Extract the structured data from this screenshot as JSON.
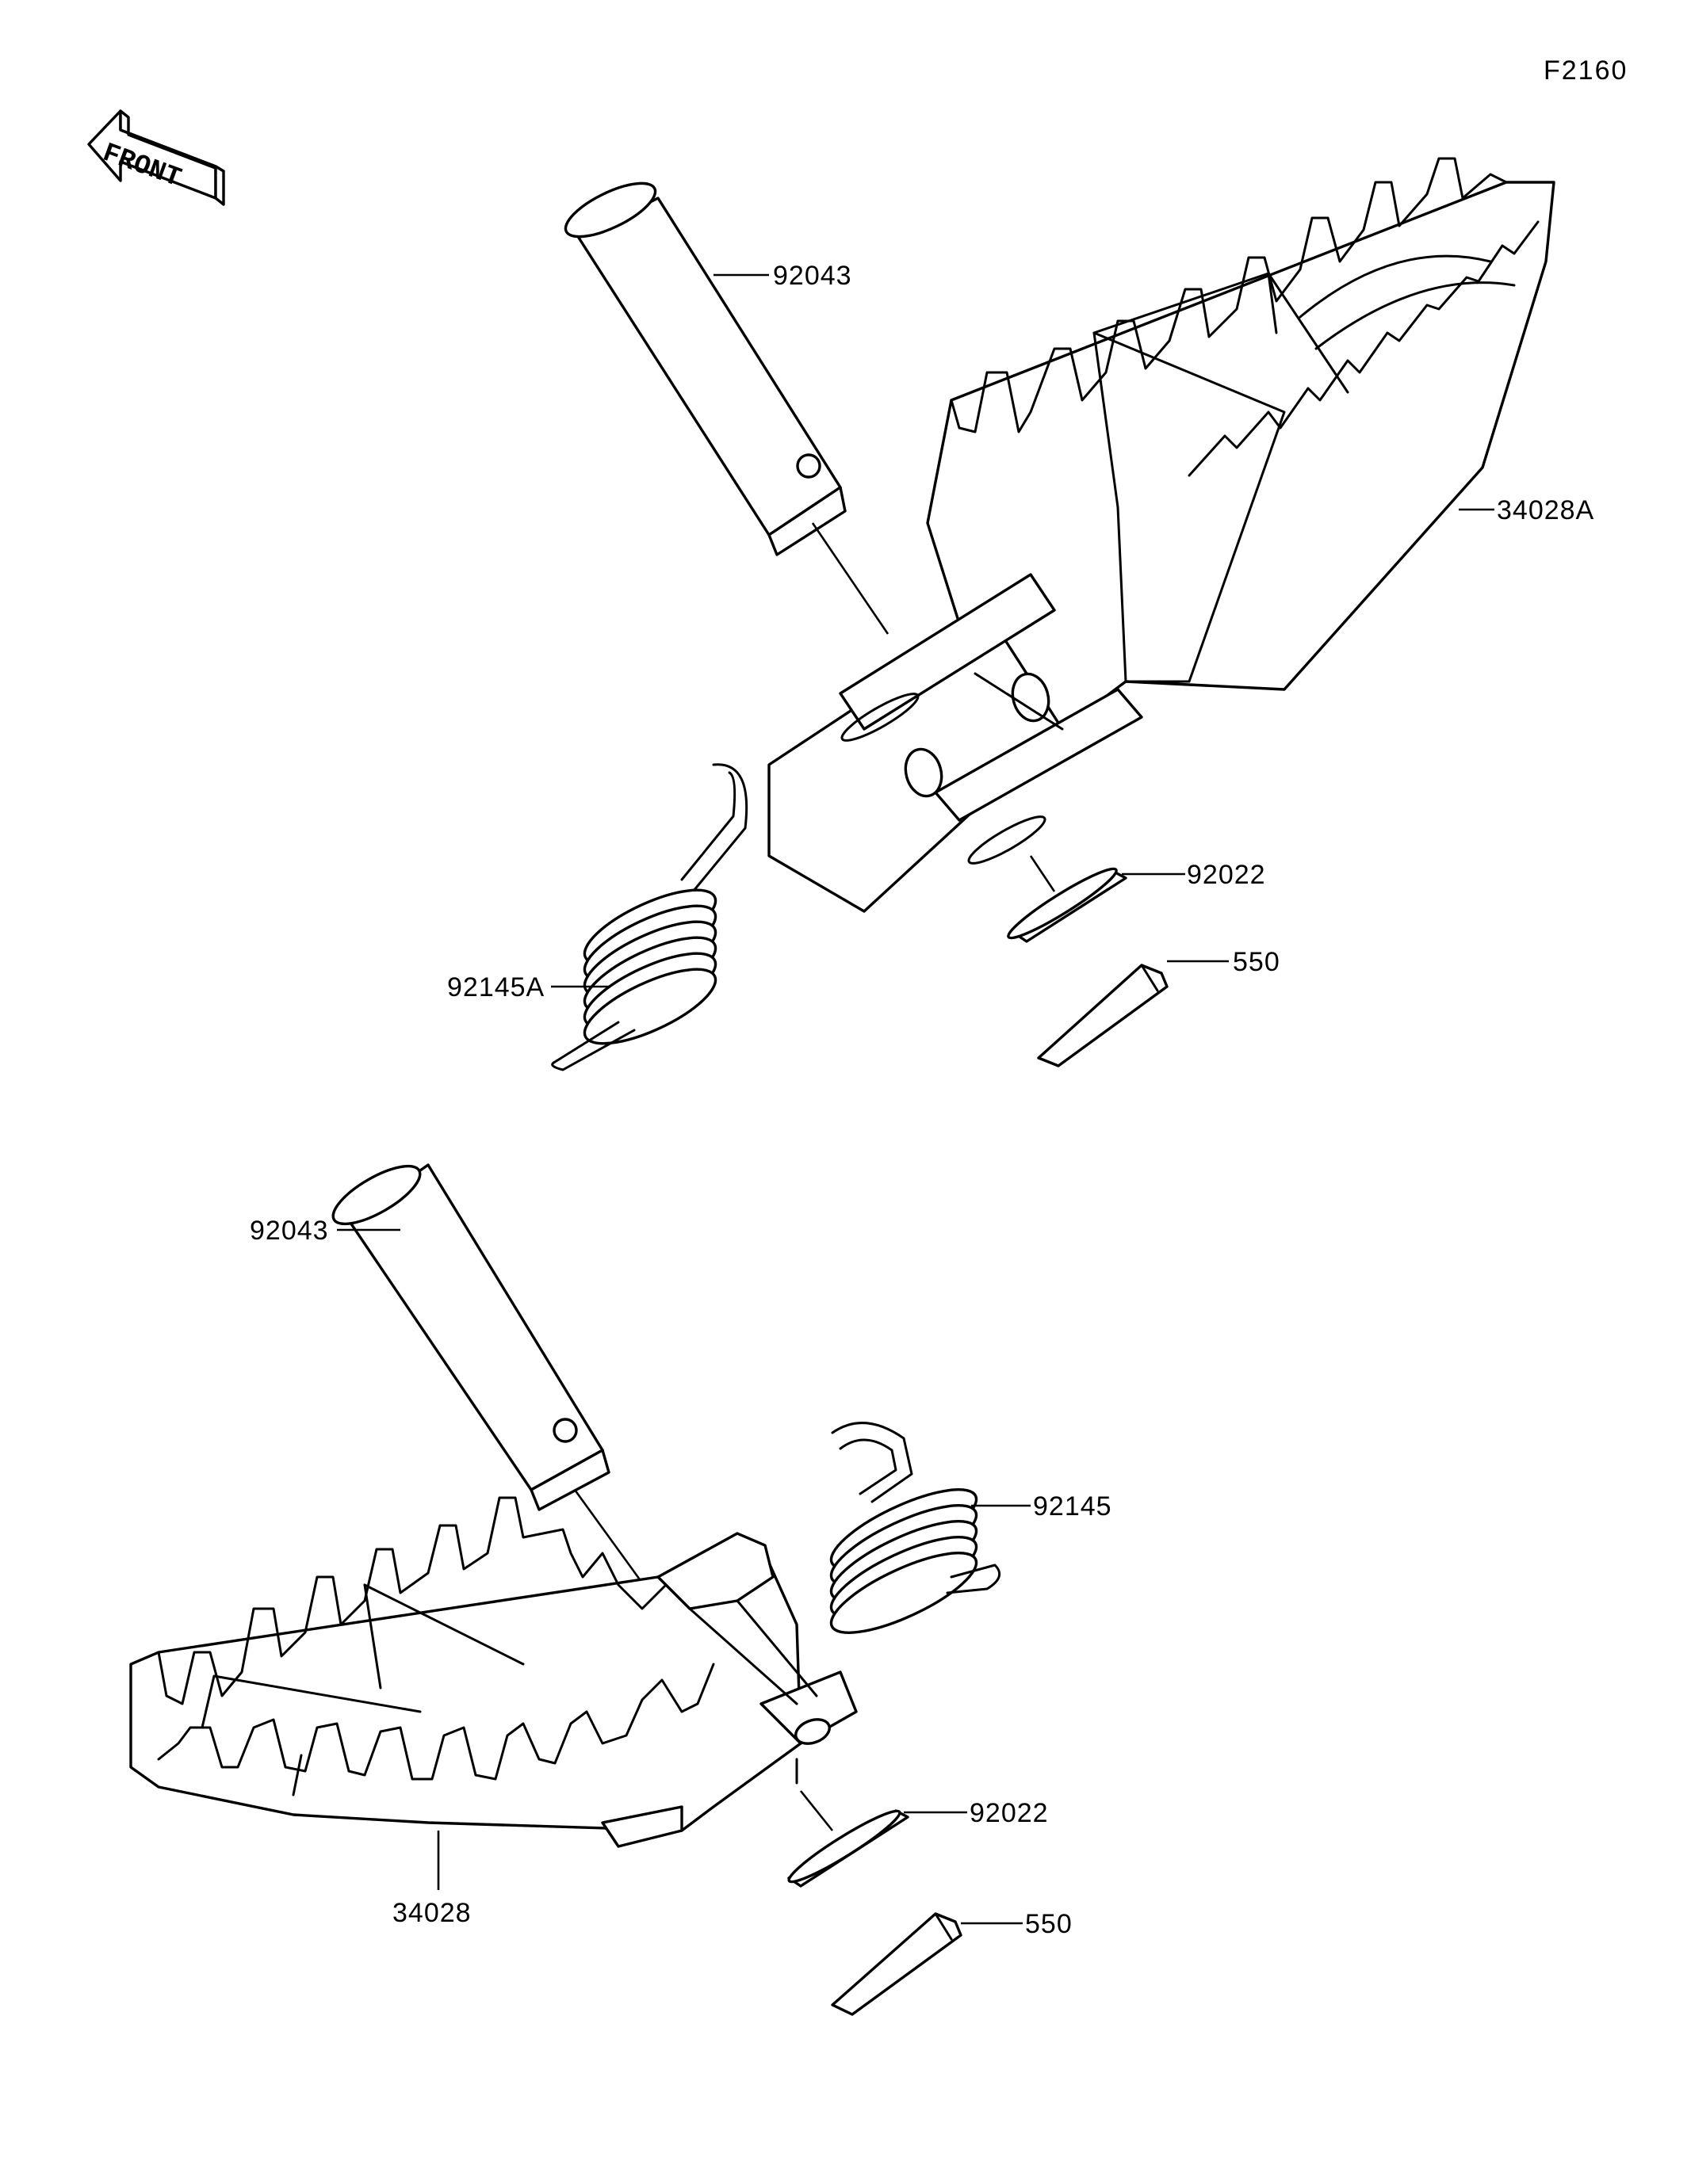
{
  "figure_code": "F2160",
  "front_indicator": "FRONT",
  "callouts": {
    "upper_pin": "92043",
    "right_footpeg": "34028A",
    "upper_washer": "92022",
    "upper_cotter_pin": "550",
    "left_spring": "92145A",
    "lower_pin": "92043",
    "right_spring": "92145",
    "lower_washer": "92022",
    "lower_cotter_pin": "550",
    "left_footpeg": "34028"
  },
  "colors": {
    "line": "#000000",
    "background": "#ffffff"
  }
}
